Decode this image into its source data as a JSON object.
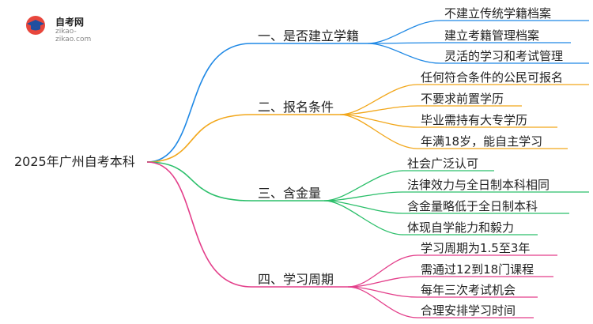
{
  "logo": {
    "title": "自考网",
    "url": "zikao-zikao.com"
  },
  "root": "2025年广州自考本科",
  "branches": [
    {
      "label": "一、是否建立学籍",
      "color": "#1e88e5",
      "leaves": [
        "不建立传统学籍档案",
        "建立考籍管理档案",
        "灵活的学习和考试管理"
      ]
    },
    {
      "label": "二、报名条件",
      "color": "#f2a71b",
      "leaves": [
        "任何符合条件的公民可报名",
        "不要求前置学历",
        "毕业需持有大专学历",
        "年满18岁，能自主学习"
      ]
    },
    {
      "label": "三、含金量",
      "color": "#2bbf6a",
      "leaves": [
        "社会广泛认可",
        "法律效力与全日制本科相同",
        "含金量略低于全日制本科",
        "体现自学能力和毅力"
      ]
    },
    {
      "label": "四、学习周期",
      "color": "#e33e8a",
      "leaves": [
        "学习周期为1.5至3年",
        "需通过12到18门课程",
        "每年三次考试机会",
        "合理安排学习时间"
      ]
    }
  ]
}
